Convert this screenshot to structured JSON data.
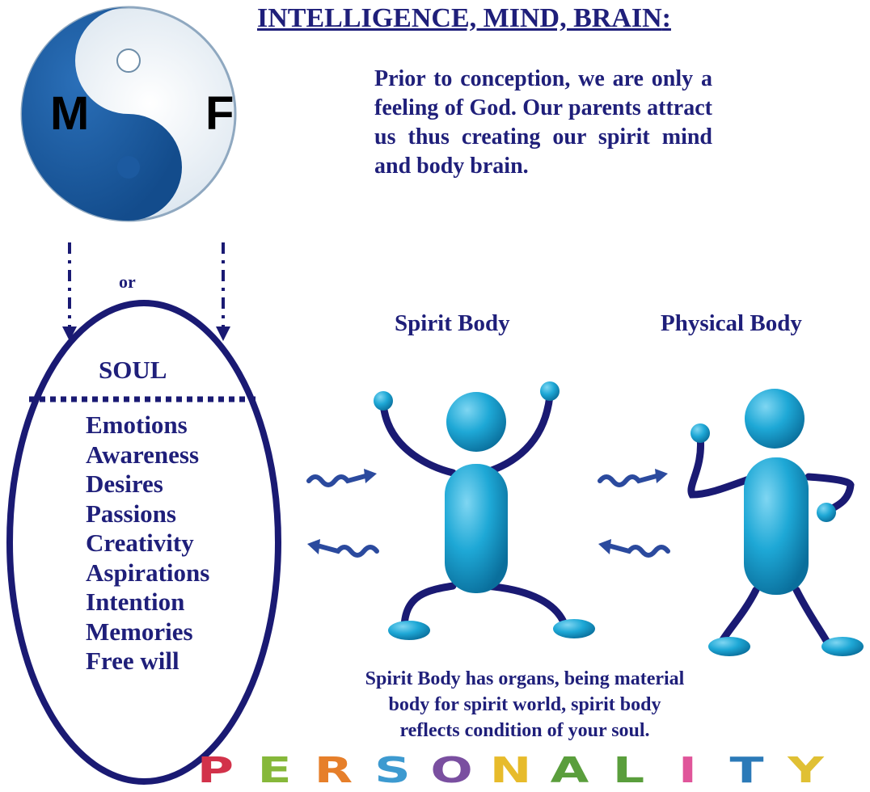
{
  "title": "INTELLIGENCE, MIND, BRAIN",
  "title_colon": ":",
  "intro_text": "Prior to conception, we are only a feeling of God. Our parents attract us thus creating our spirit mind and body brain.",
  "yin_yang": {
    "left_letter": "M",
    "right_letter": "F"
  },
  "or_label": "or",
  "soul": {
    "heading": "SOUL",
    "items": [
      "Emotions",
      "Awareness",
      "Desires",
      "Passions",
      "Creativity",
      "Aspirations",
      "Intention",
      "Memories",
      "Free will"
    ]
  },
  "figures": {
    "spirit_label": "Spirit Body",
    "physical_label": "Physical Body"
  },
  "caption": {
    "lines": [
      "Spirit Body has organs, being material",
      "body for spirit world, spirit body",
      "reflects condition of your soul."
    ]
  },
  "personality": {
    "word": "PERSONALITY",
    "letter_colors": [
      "#d2324a",
      "#86b83a",
      "#e67f2a",
      "#3d9ad0",
      "#7a4fa0",
      "#e7bb2b",
      "#5a9e3c",
      "#5a9e3c",
      "#e0559a",
      "#2b7ab8",
      "#e0c034"
    ]
  },
  "colors": {
    "text": "#1f1f7a",
    "navy": "#1a1a73",
    "yin_blue": "#1c5aa0",
    "figure_cyan": "#18a9d6"
  }
}
